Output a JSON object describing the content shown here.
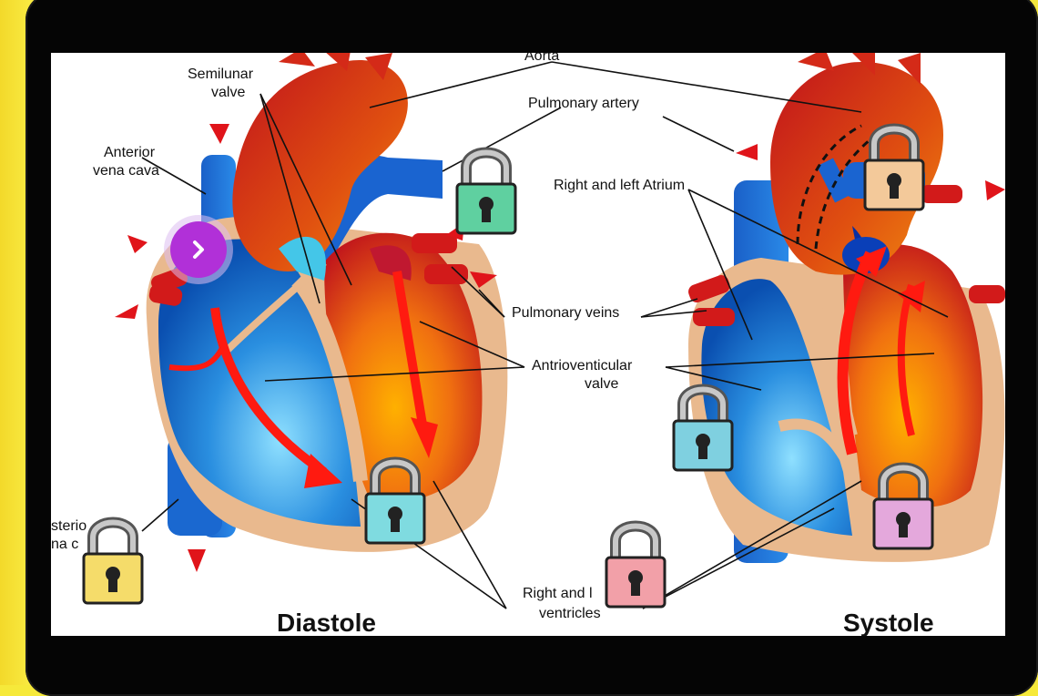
{
  "labels": {
    "aorta": "Aorta",
    "semilunar_valve_1": "Semilunar",
    "semilunar_valve_2": "valve",
    "pulmonary_artery": "Pulmonary artery",
    "anterior_vena_cava_1": "Anterior",
    "anterior_vena_cava_2": "vena cava",
    "right_left_atrium": "Right and left Atrium",
    "pulmonary_veins": "Pulmonary veins",
    "av_valve_1": "Antrioventicular",
    "av_valve_2": "valve",
    "posterior_vena_cava_1": "sterio",
    "posterior_vena_cava_2": "na c",
    "ventricles_1": "Right and l",
    "ventricles_2": "ventricles"
  },
  "captions": {
    "diastole": "Diastole",
    "systole": "Systole"
  },
  "locks": [
    {
      "id": "lock-pulmonary-artery",
      "color": "#5fd0a0"
    },
    {
      "id": "lock-aorta",
      "color": "#f3c99a"
    },
    {
      "id": "lock-av-valve",
      "color": "#7fd0e0"
    },
    {
      "id": "lock-ventricle-diastole",
      "color": "#7fdbe0"
    },
    {
      "id": "lock-ventricle-systole",
      "color": "#e4a8dc"
    },
    {
      "id": "lock-ventricles",
      "color": "#f2a0a8"
    },
    {
      "id": "lock-posterior-vena-cava",
      "color": "#f5dc6a"
    }
  ],
  "next_button": {
    "icon": "chevron-right-icon",
    "color": "#b130d8"
  }
}
